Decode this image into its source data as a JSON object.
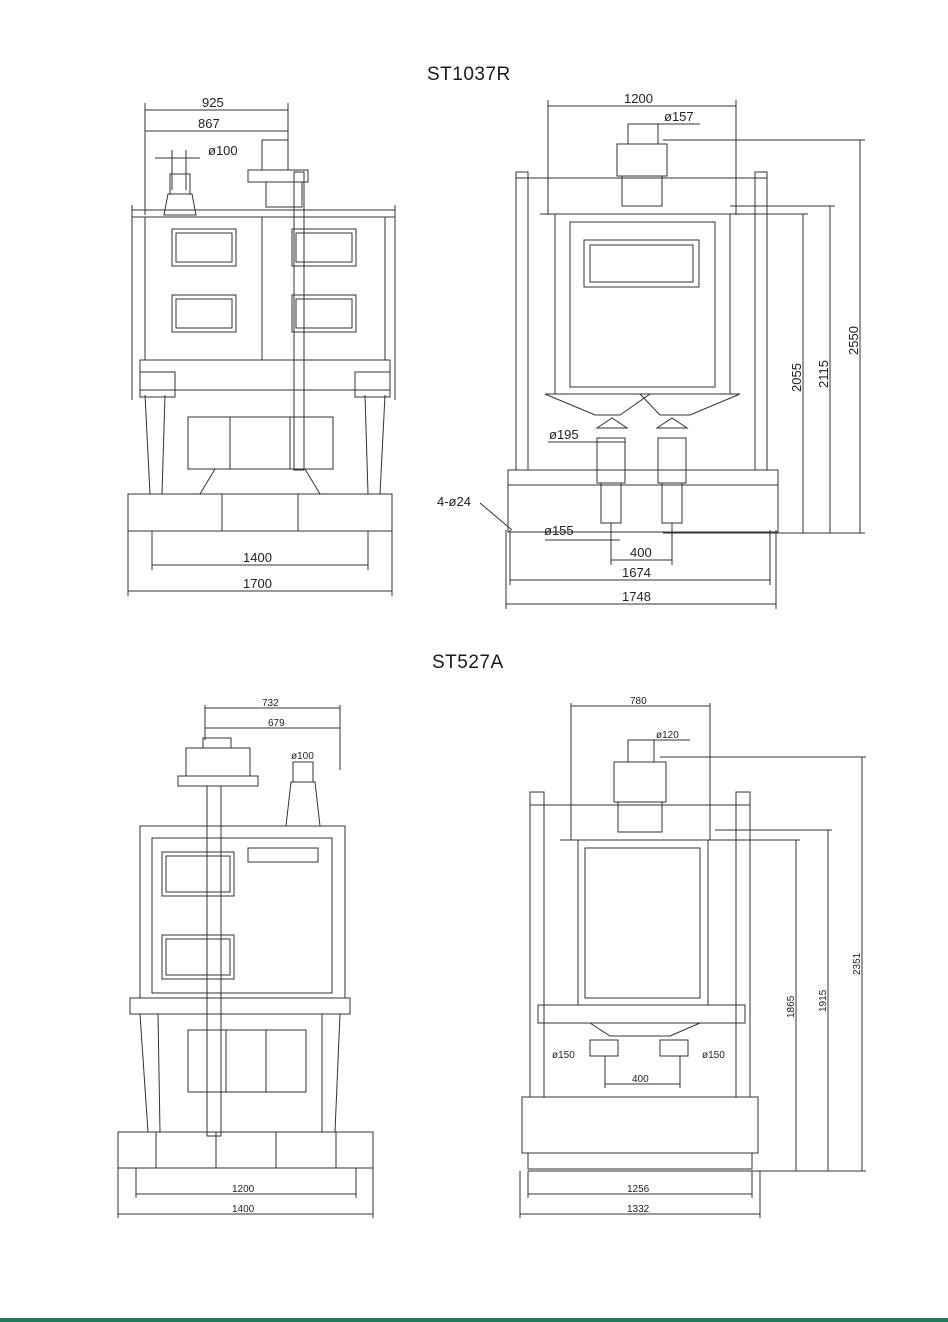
{
  "titles": {
    "top": "ST1037R",
    "bottom": "ST527A"
  },
  "st1037r": {
    "front": {
      "d925": "925",
      "d867": "867",
      "d100": "ø100",
      "d1400": "1400",
      "d1700": "1700"
    },
    "side": {
      "d1200": "1200",
      "d157": "ø157",
      "d2550": "2550",
      "d2115": "2115",
      "d2055": "2055",
      "d195": "ø195",
      "d4x24": "4-ø24",
      "d155": "ø155",
      "d400": "400",
      "d1674": "1674",
      "d1748": "1748"
    }
  },
  "st527a": {
    "front": {
      "d732": "732",
      "d679": "679",
      "d100": "ø100",
      "d1200": "1200",
      "d1400": "1400"
    },
    "side": {
      "d780": "780",
      "d120": "ø120",
      "d2351": "2351",
      "d1915": "1915",
      "d1865": "1865",
      "d150a": "ø150",
      "d150b": "ø150",
      "d400": "400",
      "d1256": "1256",
      "d1332": "1332"
    }
  },
  "colors": {
    "line": "#333333",
    "accent": "#1f7a5a"
  }
}
